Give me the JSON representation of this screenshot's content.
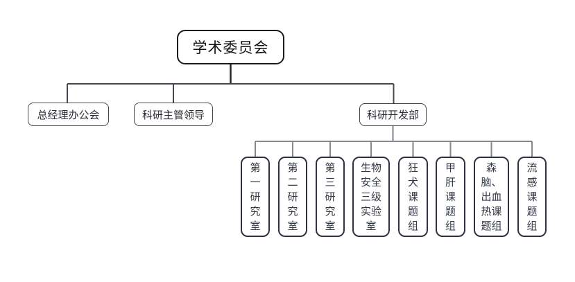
{
  "diagram": {
    "type": "org-chart",
    "root": {
      "label": "学术委员会"
    },
    "level2": [
      {
        "label": "总经理办公会"
      },
      {
        "label": "科研主管领导"
      },
      {
        "label": "科研开发部"
      }
    ],
    "level3": {
      "parent": "科研开发部",
      "nodes": [
        {
          "label": "第一研究室"
        },
        {
          "label": "第二研究室"
        },
        {
          "label": "第三研究室"
        },
        {
          "label": "生物安全三级实验室"
        },
        {
          "label": "狂犬课题组"
        },
        {
          "label": "甲肝课题组"
        },
        {
          "label": "森脑、出血热课题组"
        },
        {
          "label": "流感课题组"
        }
      ]
    },
    "colors": {
      "background": "#ffffff",
      "root_border": "#1b1b1b",
      "level2_border": "#43434d",
      "level3_border": "#2e3140",
      "connector_dark": "#45464f",
      "connector_light": "#85868e",
      "text": "#2b2e3a"
    }
  }
}
